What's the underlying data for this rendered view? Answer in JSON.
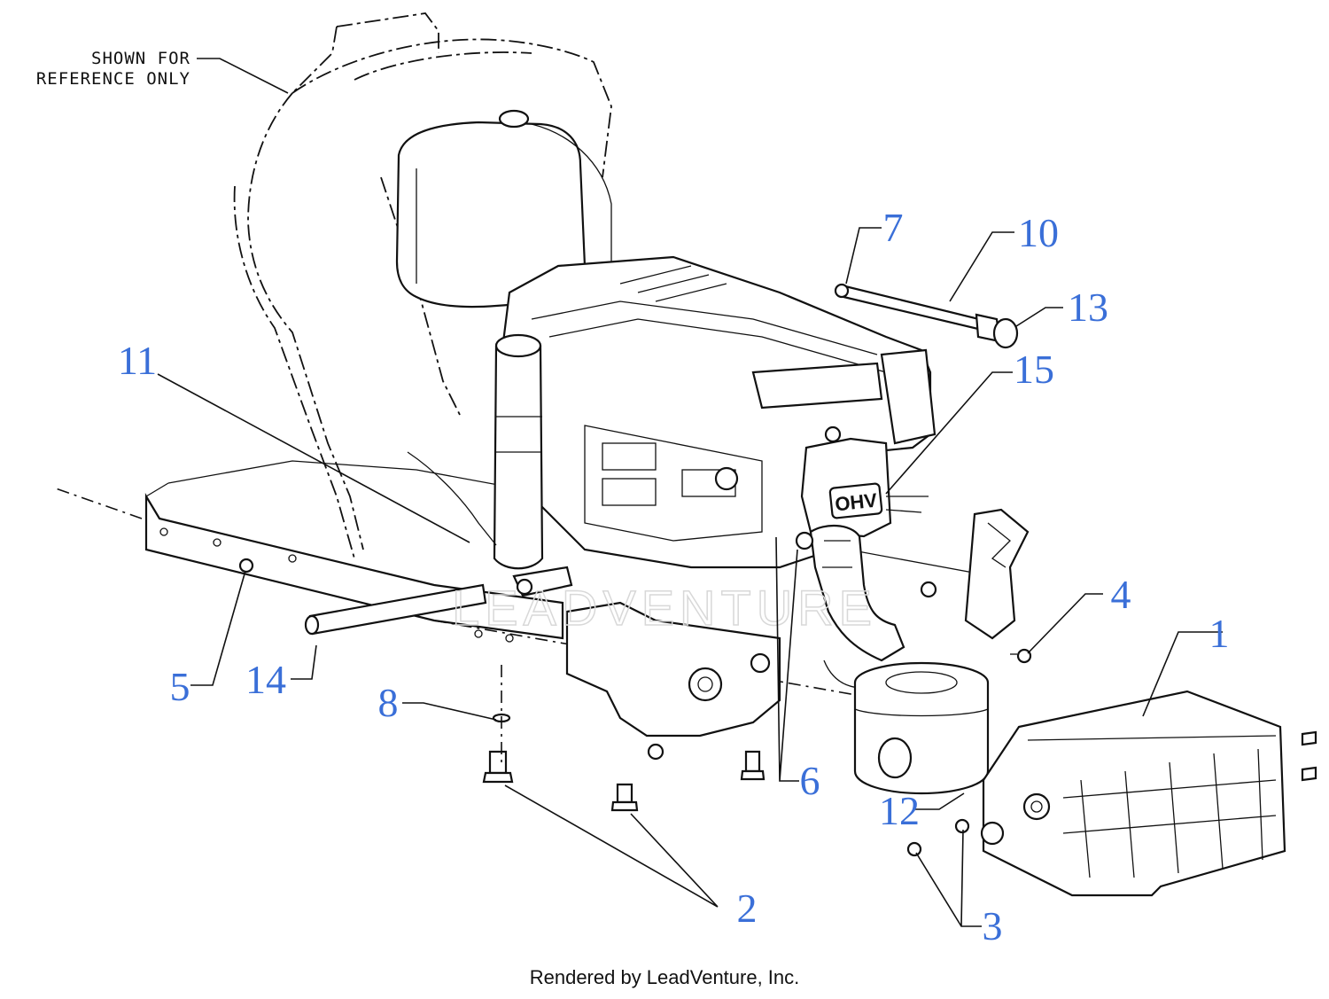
{
  "diagram": {
    "note_line1": "SHOWN FOR",
    "note_line2": "REFERENCE ONLY",
    "watermark": "LEADVENTURE",
    "engine_badge": "OHV",
    "accent_color": "#3a6fd8",
    "callouts": [
      "1",
      "2",
      "3",
      "4",
      "5",
      "6",
      "7",
      "8",
      "10",
      "11",
      "12",
      "13",
      "14",
      "15"
    ]
  },
  "footer": {
    "text": "Rendered by LeadVenture, Inc."
  }
}
